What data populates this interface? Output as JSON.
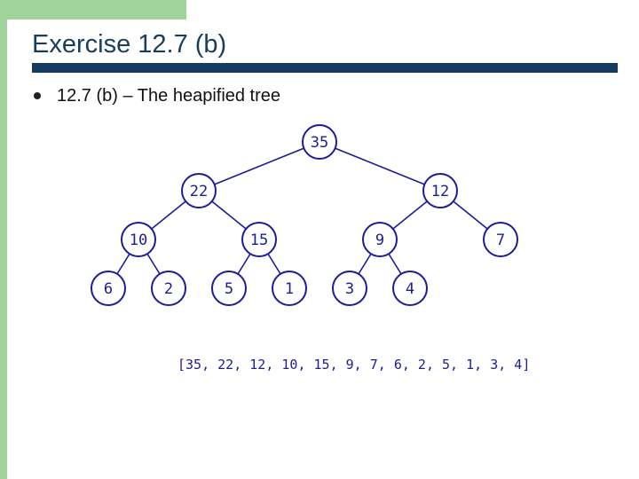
{
  "slide": {
    "title": "Exercise 12.7 (b)",
    "bullet": "12.7 (b) – The heapified tree"
  },
  "colors": {
    "accent_band": "#9fd39a",
    "title_text": "#1a3d5c",
    "title_rule": "#143c60",
    "diagram_ink": "#1c1c9a"
  },
  "tree": {
    "nodes": [
      {
        "id": "n35",
        "label": "35"
      },
      {
        "id": "n22",
        "label": "22"
      },
      {
        "id": "n12",
        "label": "12"
      },
      {
        "id": "n10",
        "label": "10"
      },
      {
        "id": "n15",
        "label": "15"
      },
      {
        "id": "n9",
        "label": "9"
      },
      {
        "id": "n7",
        "label": "7"
      },
      {
        "id": "n6",
        "label": "6"
      },
      {
        "id": "n2",
        "label": "2"
      },
      {
        "id": "n5",
        "label": "5"
      },
      {
        "id": "n1",
        "label": "1"
      },
      {
        "id": "n3",
        "label": "3"
      },
      {
        "id": "n4",
        "label": "4"
      }
    ],
    "edges": [
      [
        "n35",
        "n22"
      ],
      [
        "n35",
        "n12"
      ],
      [
        "n22",
        "n10"
      ],
      [
        "n22",
        "n15"
      ],
      [
        "n12",
        "n9"
      ],
      [
        "n12",
        "n7"
      ],
      [
        "n10",
        "n6"
      ],
      [
        "n10",
        "n2"
      ],
      [
        "n15",
        "n5"
      ],
      [
        "n15",
        "n1"
      ],
      [
        "n9",
        "n3"
      ],
      [
        "n9",
        "n4"
      ]
    ],
    "array_text": "[35, 22, 12, 10, 15, 9, 7, 6, 2, 5, 1, 3, 4]"
  }
}
